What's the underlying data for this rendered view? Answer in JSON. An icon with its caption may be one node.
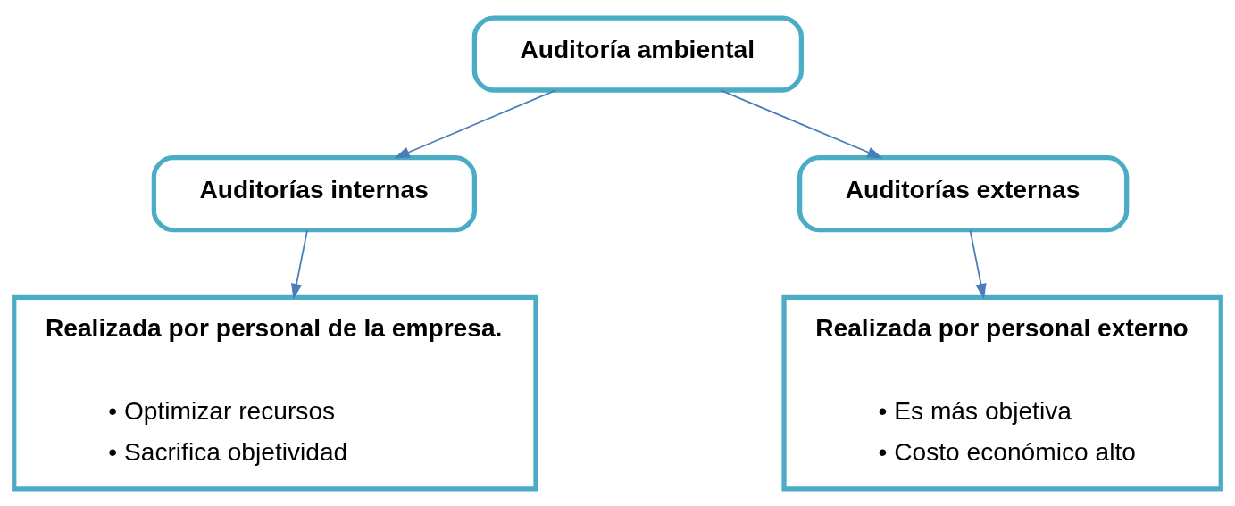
{
  "diagram": {
    "nodes": [
      {
        "text": [
          "Auditoría ambiental"
        ]
      },
      {
        "text": [
          "Auditorías internas"
        ]
      },
      {
        "text": [
          "Auditorías externas"
        ]
      },
      {
        "text": [
          "Realizada por personal de la empresa.",
          "• Optimizar recursos",
          "• Sacrifica objetividad"
        ]
      },
      {
        "text": [
          "Realizada por personal externo",
          "• Es más objetiva",
          "• Costo económico alto"
        ]
      }
    ],
    "edges": [
      {
        "from": 0,
        "to": 1,
        "arrow": "to"
      },
      {
        "from": 0,
        "to": 2,
        "arrow": "to"
      },
      {
        "from": 1,
        "to": 3,
        "arrow": "to"
      },
      {
        "from": 2,
        "to": 4,
        "arrow": "to"
      }
    ]
  }
}
